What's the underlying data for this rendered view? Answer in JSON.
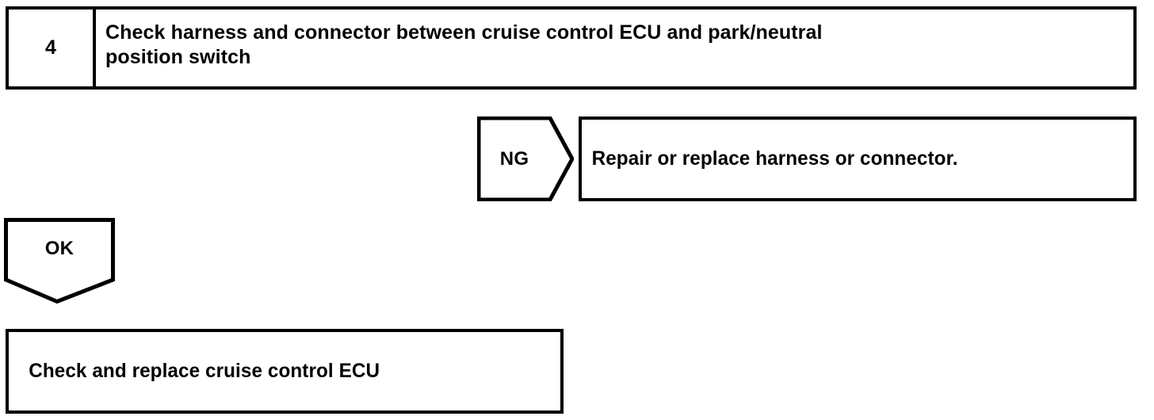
{
  "diagram": {
    "type": "troubleshooting-flowchart",
    "ink_color": "#000000",
    "background_color": "#ffffff",
    "step": {
      "number": "4",
      "instruction": "Check harness and connector between cruise control ECU and park/neutral\nposition switch"
    },
    "branches": {
      "ng": {
        "tag": "NG",
        "shape": "pentagon-right",
        "action": "Repair or replace harness or connector."
      },
      "ok": {
        "tag": "OK",
        "shape": "pentagon-down",
        "action": "Check and replace cruise control ECU"
      }
    }
  }
}
